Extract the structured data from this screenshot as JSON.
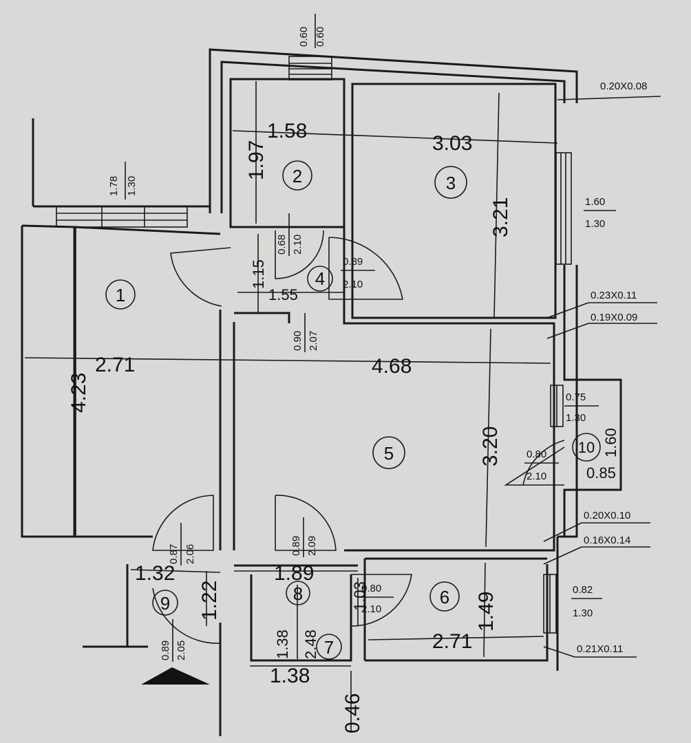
{
  "rooms": {
    "r1": {
      "num": "1",
      "w": "2.71",
      "h": "4.23"
    },
    "r2": {
      "num": "2",
      "w": "1.58",
      "h": "1.97"
    },
    "r3": {
      "num": "3",
      "w": "3.03",
      "h": "3.21"
    },
    "r4": {
      "num": "4",
      "w": "1.55",
      "h": "1.15"
    },
    "r5": {
      "num": "5",
      "w": "4.68",
      "h": "3.20"
    },
    "r6": {
      "num": "6",
      "w": "2.71",
      "h": "1.49"
    },
    "r7": {
      "num": "7",
      "w": "1.38",
      "h": "2.48",
      "w2": "1.38"
    },
    "r8": {
      "num": "8",
      "w": "1.89",
      "h": "1.03"
    },
    "r9": {
      "num": "9",
      "w": "1.32",
      "h": "1.22"
    },
    "r10": {
      "num": "10",
      "w": "0.85",
      "h": "1.60"
    }
  },
  "windows": {
    "top": {
      "a": "0.60",
      "b": "0.60"
    },
    "r1": {
      "a": "1.78",
      "b": "1.30"
    },
    "r3": {
      "a": "1.60",
      "b": "1.30"
    },
    "r10": {
      "a": "0.75",
      "b": "1.30"
    },
    "r6": {
      "a": "0.82",
      "b": "1.30"
    }
  },
  "doors": {
    "d2": {
      "a": "0.68",
      "b": "2.10"
    },
    "d3": {
      "a": "0.89",
      "b": "2.10"
    },
    "d45": {
      "a": "0.90",
      "b": "2.07"
    },
    "d10": {
      "a": "0.80",
      "b": "2.10"
    },
    "d19": {
      "a": "0.87",
      "b": "2.06"
    },
    "d58": {
      "a": "0.89",
      "b": "2.09"
    },
    "d6": {
      "a": "0.80",
      "b": "2.10"
    },
    "d9": {
      "a": "0.89",
      "b": "2.05"
    }
  },
  "vents": {
    "v1": "0.20X0.08",
    "v2": "0.23X0.11",
    "v3": "0.19X0.09",
    "v4": "0.20X0.10",
    "v5": "0.16X0.14",
    "v6": "0.21X0.11"
  },
  "extra": {
    "bottom_dim": "0.46"
  }
}
